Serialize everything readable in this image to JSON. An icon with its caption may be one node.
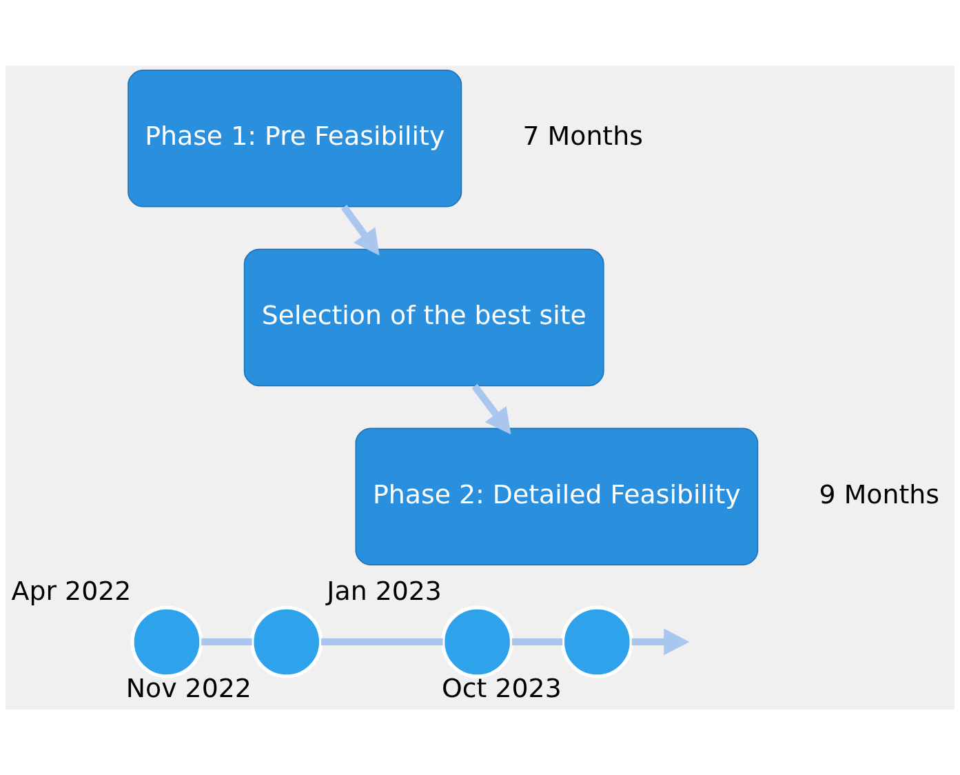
{
  "diagram": {
    "nodes": [
      {
        "text": [
          "Phase 1: Pre Feasibility"
        ],
        "beside": [
          "7 Months"
        ]
      },
      {
        "text": [
          "Selection of the best site"
        ]
      },
      {
        "text": [
          "Phase 2: Detailed Feasibility"
        ],
        "beside": [
          "9 Months"
        ]
      },
      {
        "text": [],
        "shape": "circle",
        "beside": [
          "Apr 2022"
        ]
      },
      {
        "text": [],
        "shape": "circle",
        "beside": [
          "Nov 2022"
        ]
      },
      {
        "text": [],
        "shape": "circle",
        "beside": [
          "Jan 2023"
        ]
      },
      {
        "text": [],
        "shape": "circle",
        "beside": [
          "Oct 2023"
        ]
      }
    ],
    "edges": [
      {
        "from": 0,
        "to": 1,
        "arrow": "to"
      },
      {
        "from": 1,
        "to": 2,
        "arrow": "to"
      },
      {
        "from": 3,
        "to": 4,
        "arrow": "none"
      },
      {
        "from": 4,
        "to": 5,
        "arrow": "none"
      },
      {
        "from": 5,
        "to": 6,
        "arrow": "none"
      },
      {
        "from": 6,
        "to": null,
        "arrow": "to"
      }
    ]
  }
}
